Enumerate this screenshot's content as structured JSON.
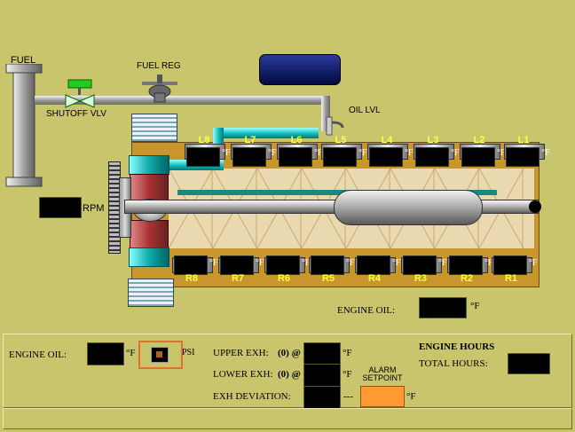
{
  "labels": {
    "fuel": "FUEL",
    "fuel_reg": "FUEL REG",
    "shutoff_vlv": "SHUTOFF  VLV",
    "oil_lvl": "OIL LVL",
    "rpm": "RPM",
    "engine_oil_main": "ENGINE OIL:",
    "engine_oil_panel": "ENGINE OIL:",
    "psi": "PSI",
    "upper_exh": "UPPER EXH:",
    "lower_exh": "LOWER EXH:",
    "upper_exh_idx": "(0) @",
    "lower_exh_idx": "(0) @",
    "exh_deviation": "EXH DEVIATION:",
    "dashes": "---",
    "alarm_setpoint": "ALARM SETPOINT",
    "engine_hours": "ENGINE HOURS",
    "total_hours": "TOTAL HOURS:",
    "deg_f": "°F"
  },
  "left_cylinders": [
    "L8",
    "L7",
    "L6",
    "L5",
    "L4",
    "L3",
    "L2",
    "L1"
  ],
  "right_cylinders": [
    "R8",
    "R7",
    "R6",
    "R5",
    "R4",
    "R3",
    "R2",
    "R1"
  ],
  "colors": {
    "background": "#c9c56d",
    "display": "#000000",
    "alarm_setpoint": "#ff9933",
    "cylinder_label": "#ffff40",
    "coolant_pipe": "#11bbbb",
    "valve": "#22cc22",
    "status_panel": "#0a1a6a"
  },
  "icons": [
    "valve-icon",
    "regulator-icon",
    "flywheel-icon",
    "turbo-icon",
    "oil-filter-icon"
  ]
}
